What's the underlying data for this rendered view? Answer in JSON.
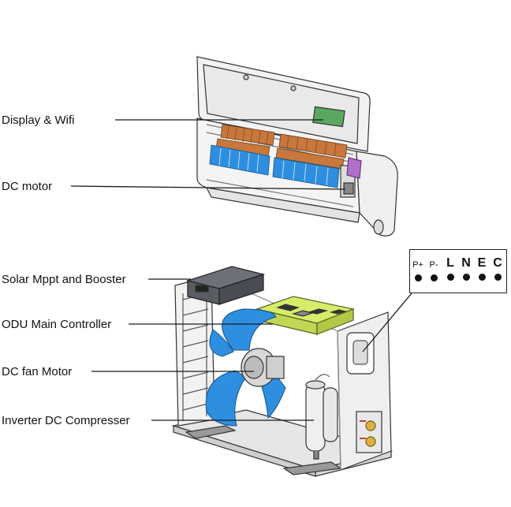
{
  "labels": {
    "display_wifi": "Display & Wifi",
    "dc_motor": "DC motor",
    "solar_mppt": "Solar Mppt and Booster",
    "odu_controller": "ODU Main Controller",
    "dc_fan_motor": "DC fan Motor",
    "inverter_compressor": "Inverter DC Compresser"
  },
  "terminals": [
    "P+",
    "P-",
    "L",
    "N",
    "E",
    "C"
  ],
  "colors": {
    "copper": "#c8783c",
    "fan_blue": "#2e8fe0",
    "controller_green": "#d9ec6a",
    "purple": "#b070c8",
    "line": "#1a1a1a"
  }
}
